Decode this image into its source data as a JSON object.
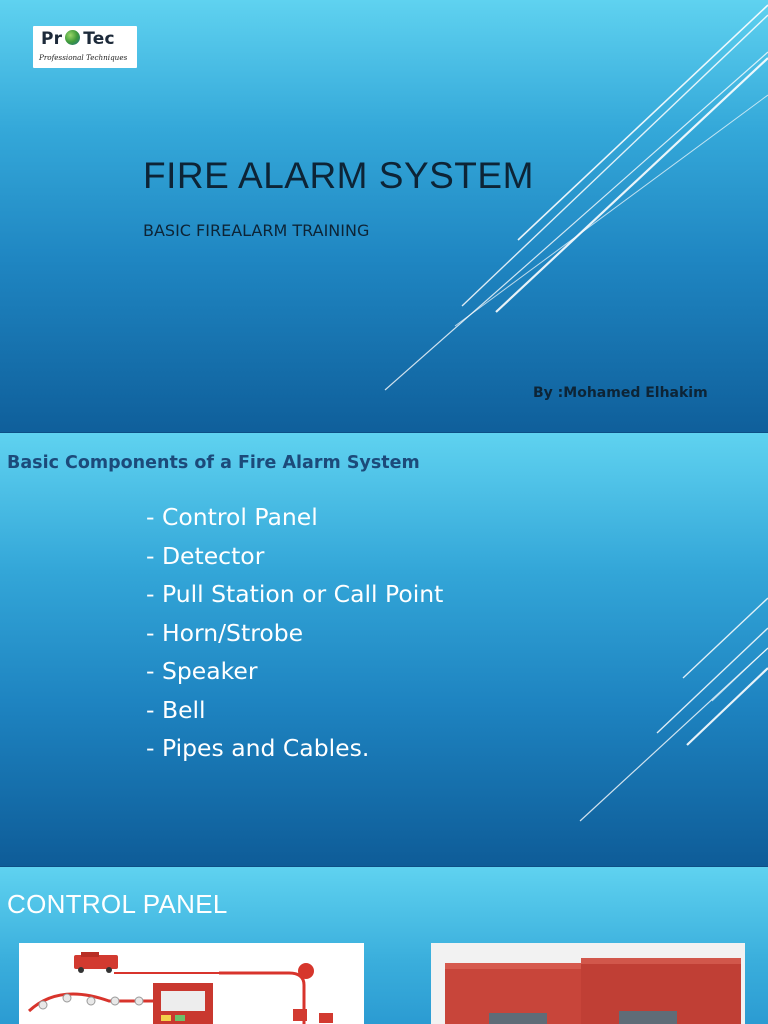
{
  "logo": {
    "brand_left": "Pr",
    "brand_right": "Tec",
    "tagline": "Professional Techniques",
    "globe_icon": "globe-icon"
  },
  "slide1": {
    "title": "FIRE ALARM SYSTEM",
    "subtitle": "BASIC FIREALARM  TRAINING",
    "author": "By :Mohamed Elhakim"
  },
  "slide2": {
    "heading": "Basic Components of a Fire  Alarm System",
    "components": [
      "- Control Panel",
      "- Detector",
      "- Pull Station or Call Point",
      "- Horn/Strobe",
      "- Speaker",
      "- Bell",
      "- Pipes and Cables."
    ]
  },
  "slide3": {
    "heading": "CONTROL PANEL"
  },
  "colors": {
    "slide_top": "#5fd2f0",
    "slide_bottom": "#0f5f9b",
    "heading_blue": "#1c4a7a",
    "title_dark": "#0d2436",
    "panel_red": "#c8453a"
  }
}
